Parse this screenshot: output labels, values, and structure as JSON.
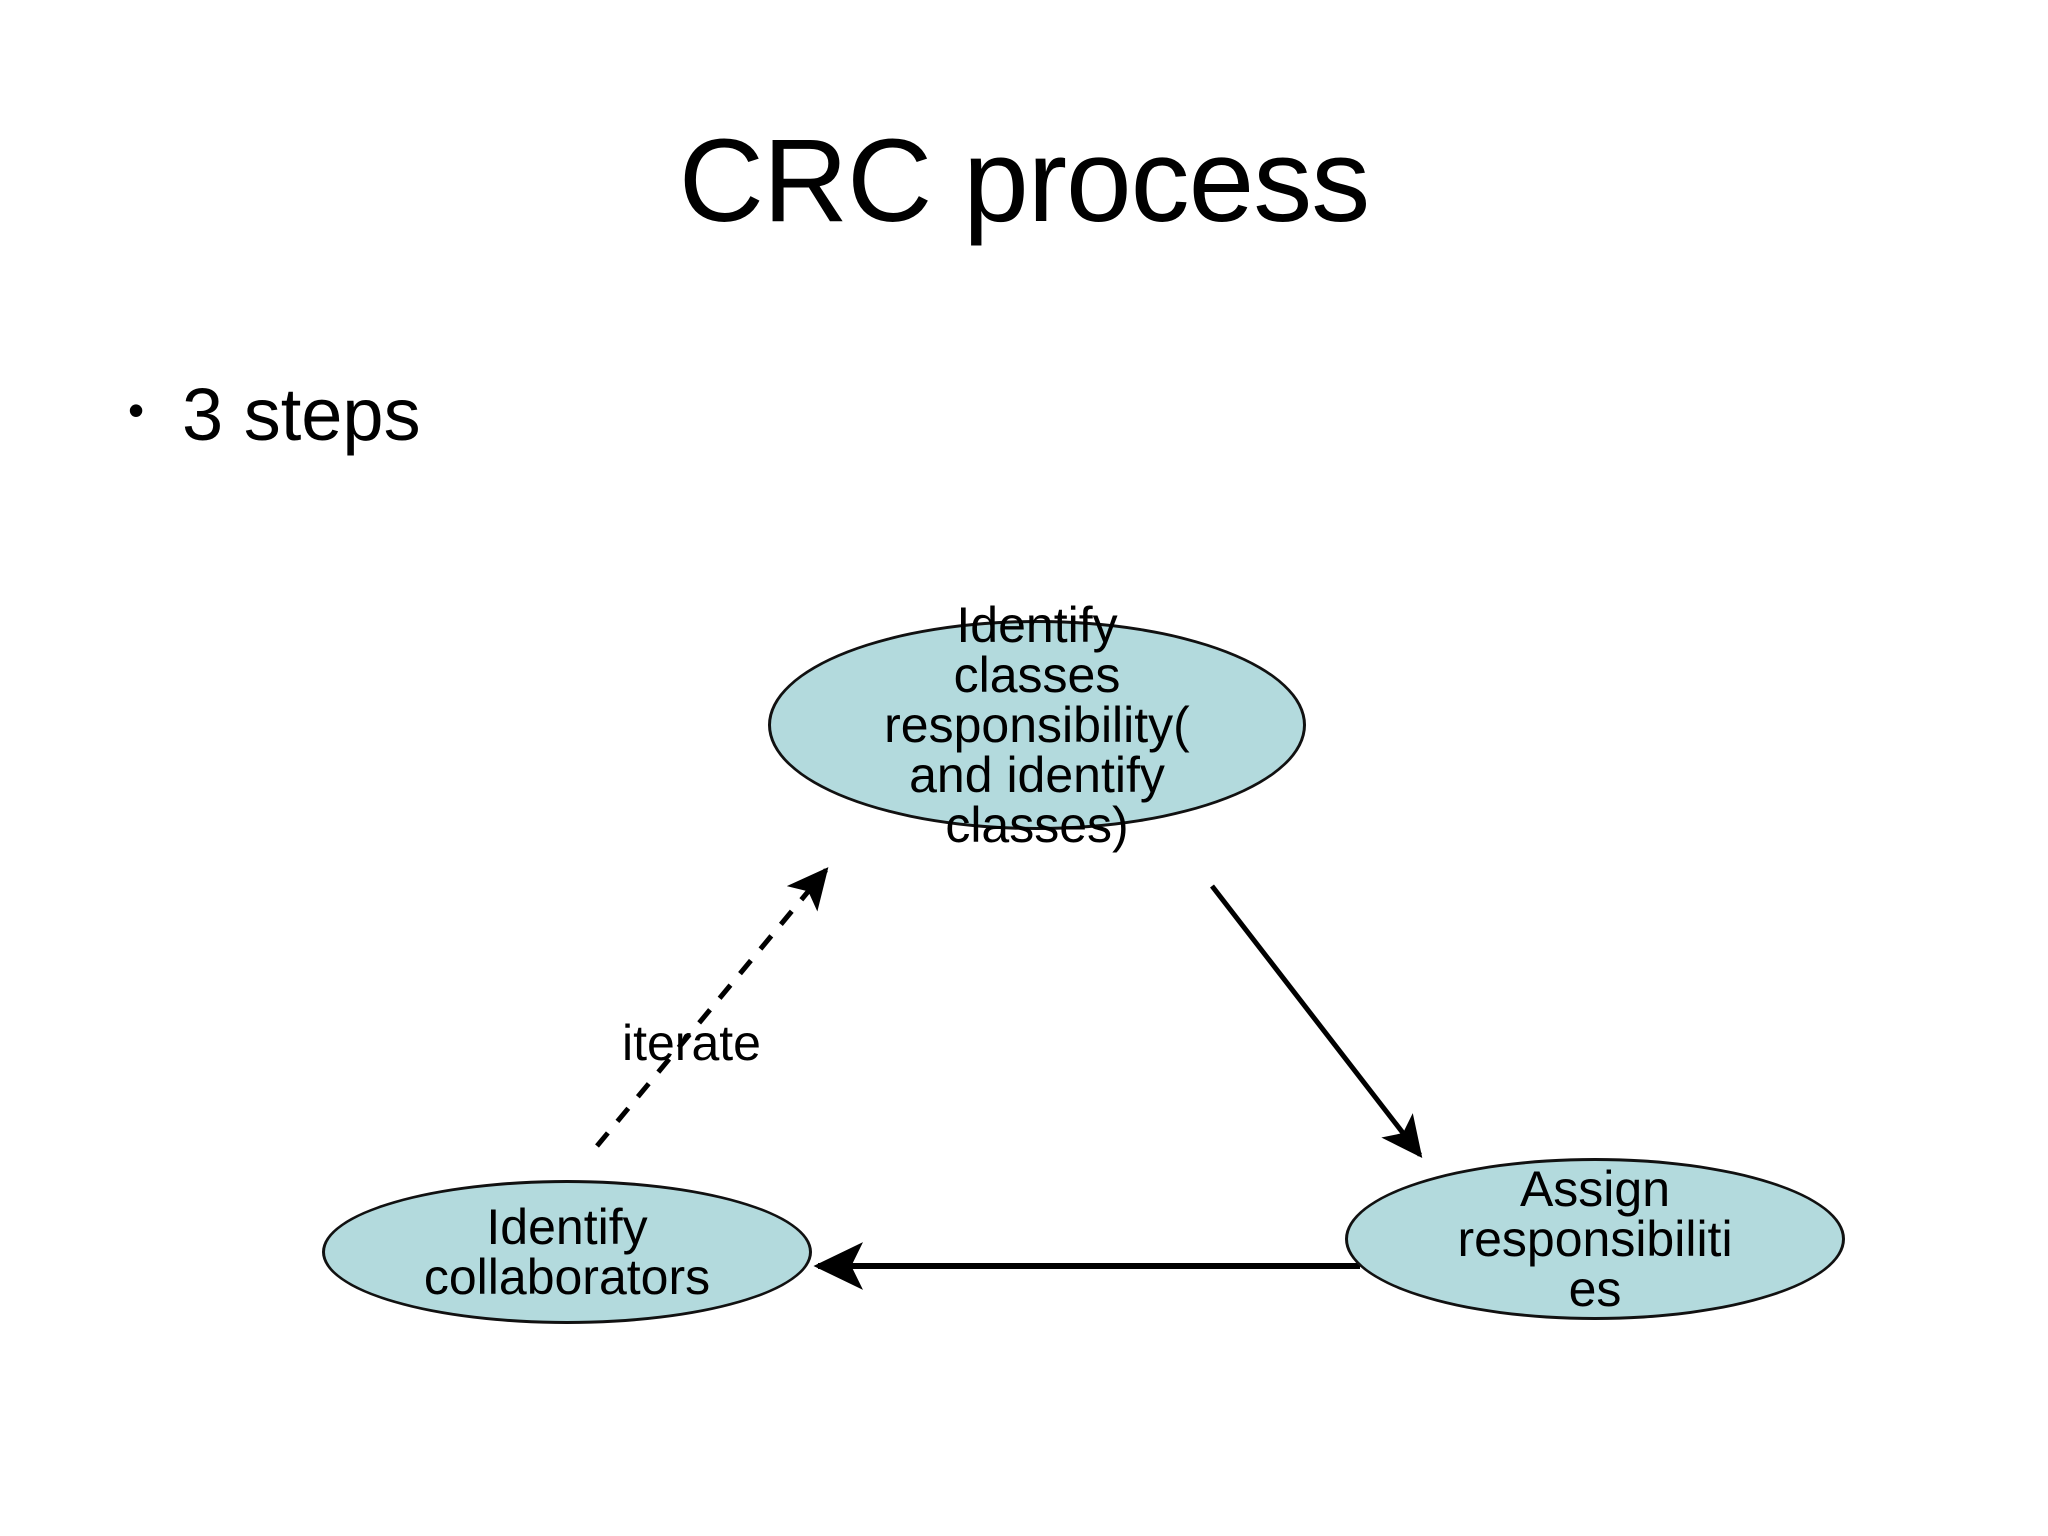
{
  "slide": {
    "title": "CRC process",
    "background_color": "#ffffff",
    "text_color": "#000000"
  },
  "bullets": [
    {
      "marker": "•",
      "text": "3 steps"
    }
  ],
  "diagram": {
    "type": "cycle-diagram",
    "node_fill_color": "#b3dadd",
    "node_border_color": "#111111",
    "edge_color": "#000000",
    "nodes": [
      {
        "id": "identify-classes",
        "label": "Identify\nclasses\nresponsibility(\nand identify\nclasses)"
      },
      {
        "id": "assign-responsibilities",
        "label": "Assign\nresponsibiliti\nes"
      },
      {
        "id": "identify-collaborators",
        "label": "Identify\ncollaborators"
      }
    ],
    "edges": [
      {
        "id": "classes-to-assign",
        "from": "identify-classes",
        "to": "assign-responsibilities",
        "style": "solid",
        "label": ""
      },
      {
        "id": "assign-to-collaborators",
        "from": "assign-responsibilities",
        "to": "identify-collaborators",
        "style": "solid",
        "label": ""
      },
      {
        "id": "collaborators-to-classes",
        "from": "identify-collaborators",
        "to": "identify-classes",
        "style": "dashed",
        "label": "iterate"
      }
    ]
  }
}
